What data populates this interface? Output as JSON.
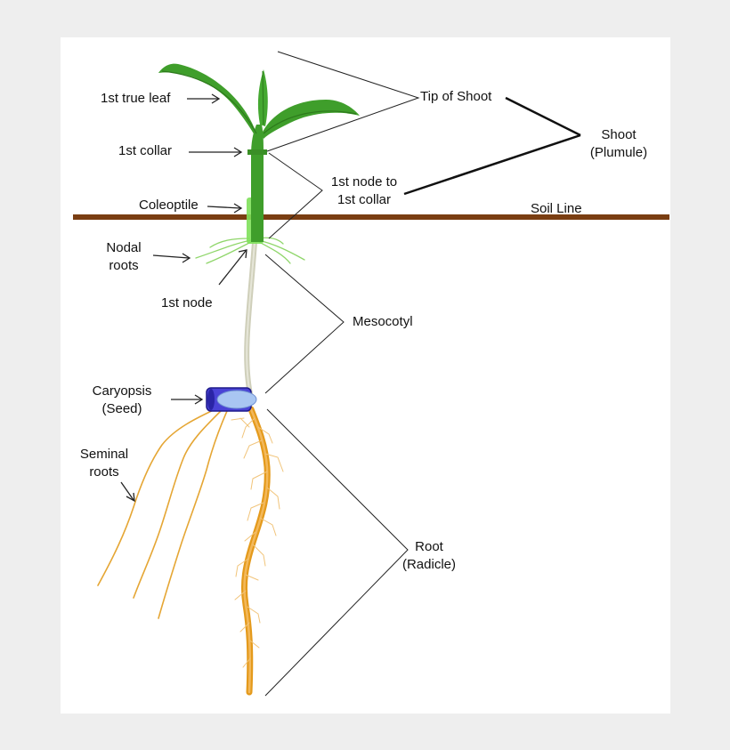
{
  "labels": {
    "first_true_leaf": "1st true leaf",
    "first_collar": "1st collar",
    "coleoptile": "Coleoptile",
    "nodal_roots_1": "Nodal",
    "nodal_roots_2": "roots",
    "first_node": "1st node",
    "caryopsis_1": "Caryopsis",
    "caryopsis_2": "(Seed)",
    "seminal_roots_1": "Seminal",
    "seminal_roots_2": "roots",
    "tip_of_shoot": "Tip of Shoot",
    "shoot_1": "Shoot",
    "shoot_2": "(Plumule)",
    "node_to_collar_1": "1st node to",
    "node_to_collar_2": "1st collar",
    "soil_line": "Soil Line",
    "mesocotyl": "Mesocotyl",
    "root_1": "Root",
    "root_2": "(Radicle)"
  },
  "colors": {
    "soil_line": "#7a3e12",
    "leaf": "#3f9e2b",
    "coleoptile": "#7ee05a",
    "mesocotyl": "#cfcfba",
    "seed_body": "#4a43d6",
    "seed_cap": "#a9c6f2",
    "root": "#e49a1c",
    "root_hair": "#f1c47a",
    "nodal_root": "#8fd66a"
  }
}
